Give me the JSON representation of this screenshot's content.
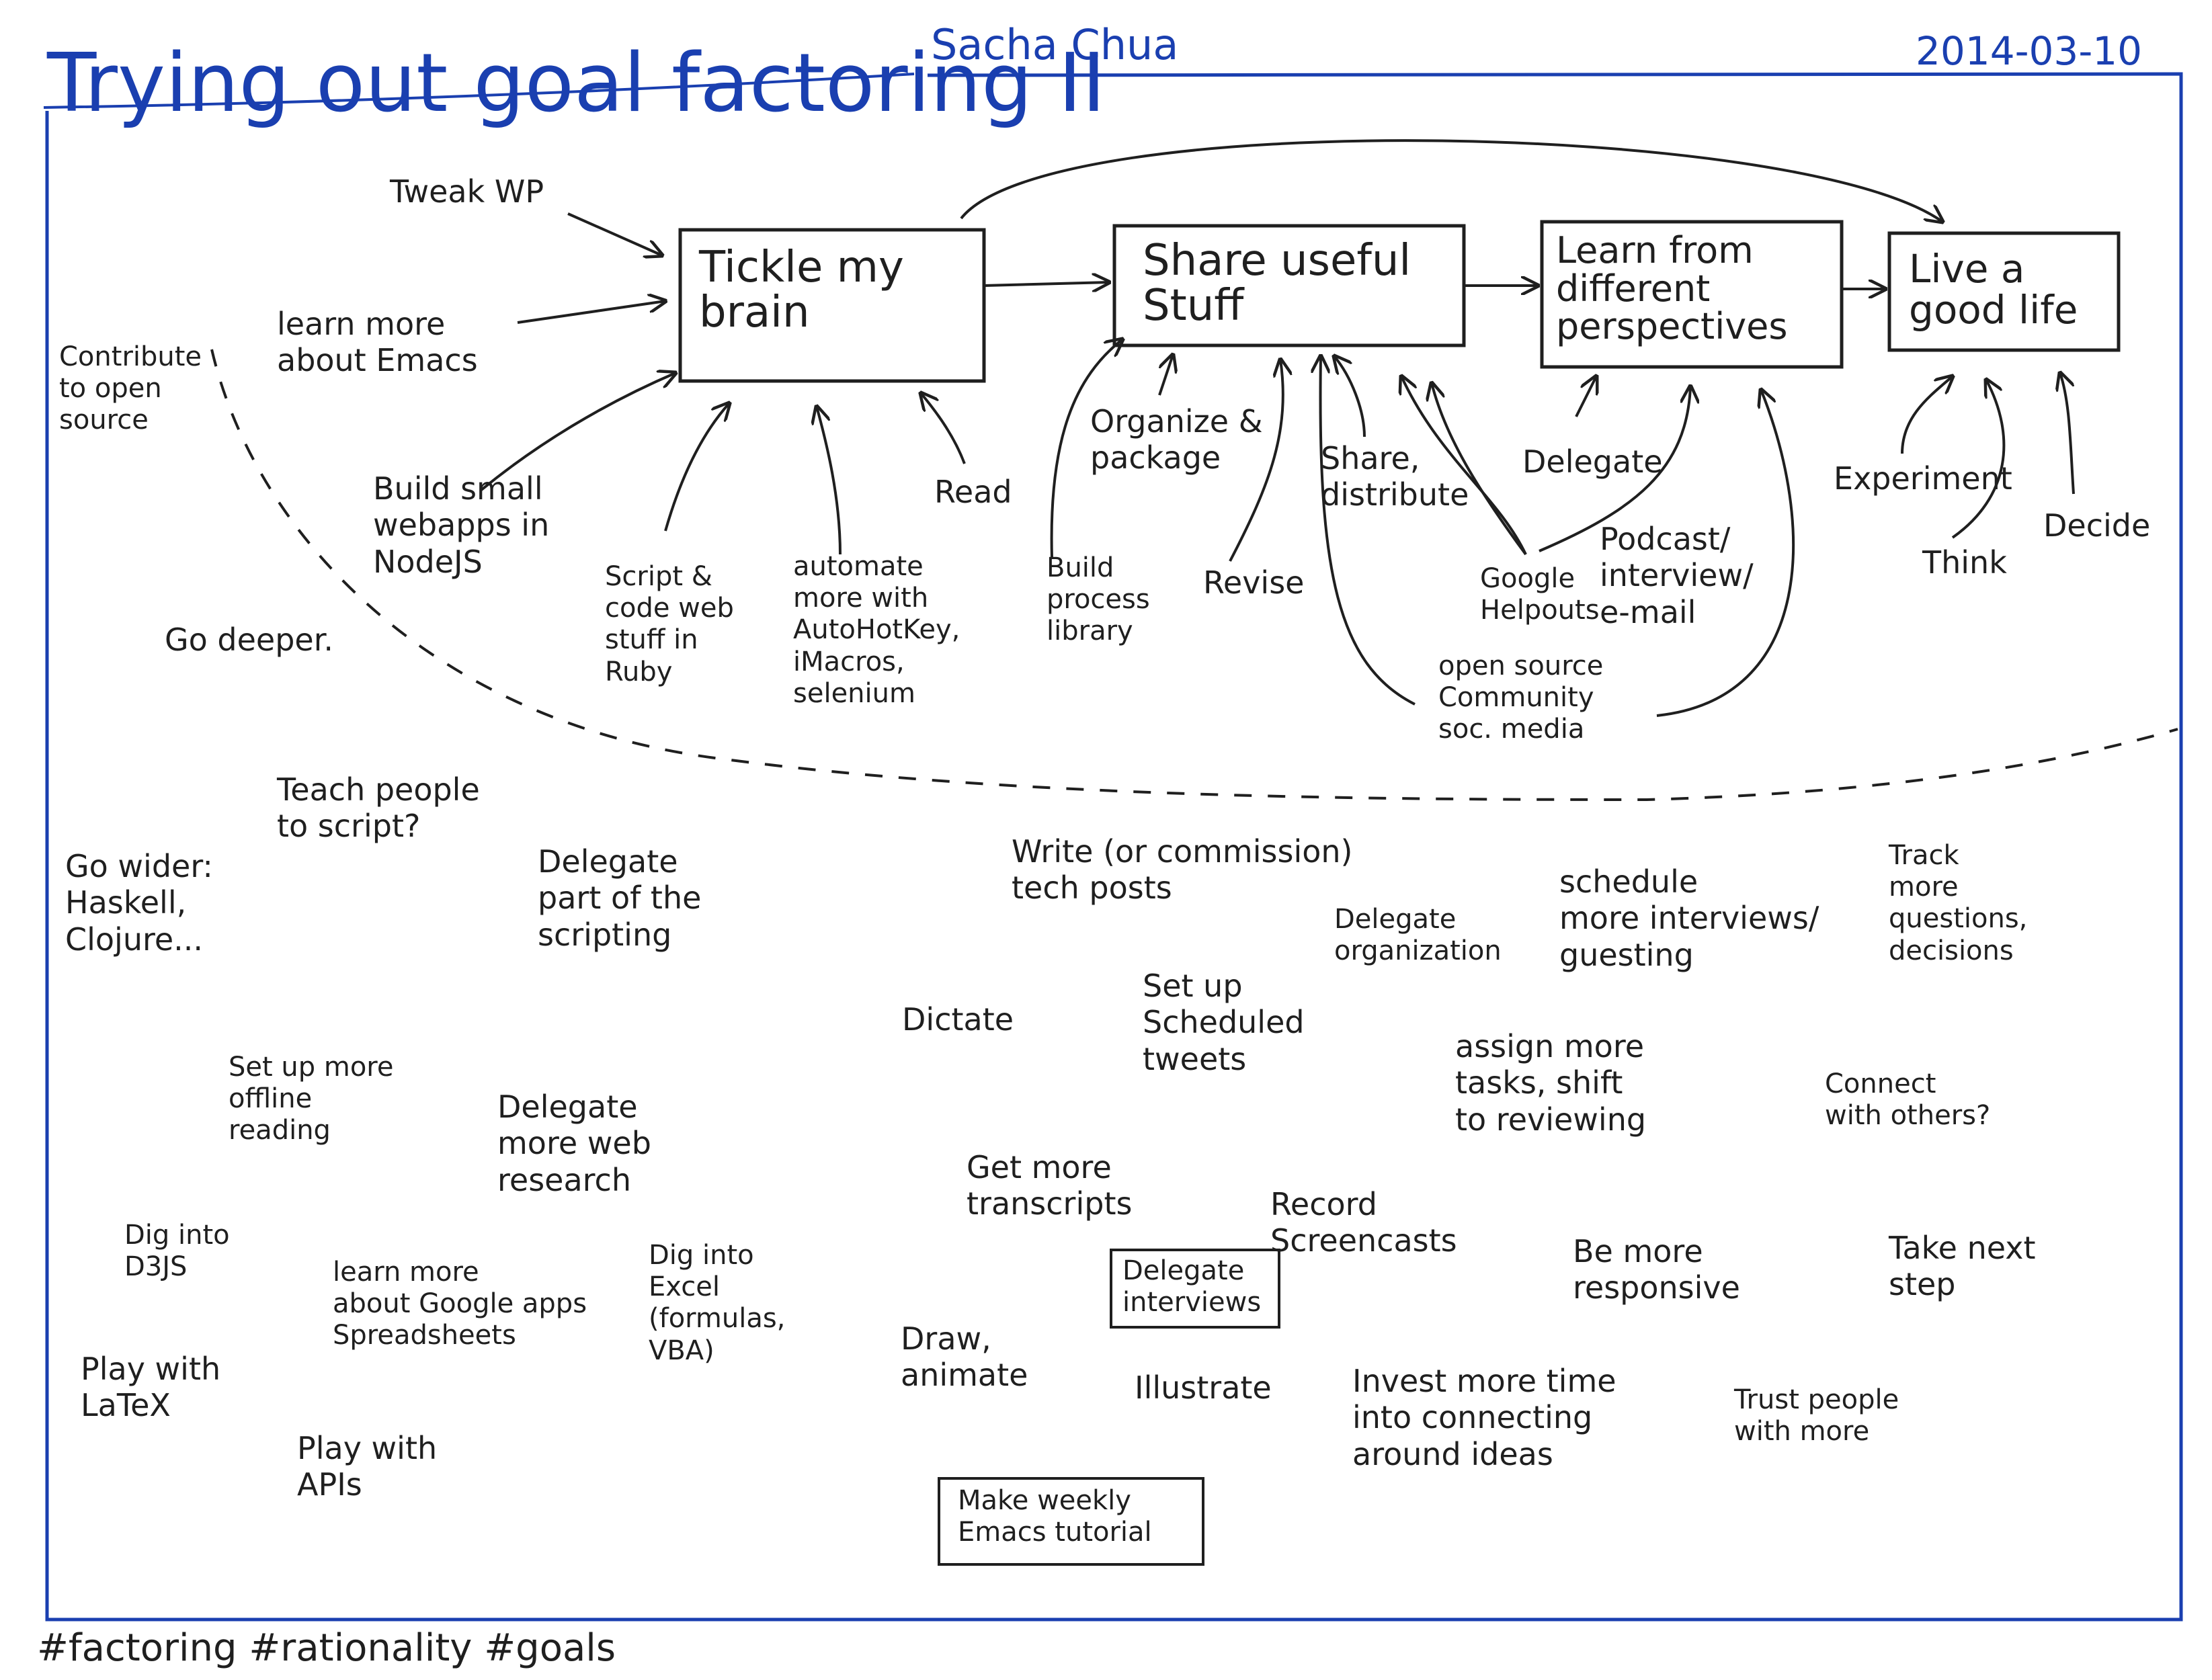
{
  "header": {
    "title": "Trying out goal factoring II",
    "author": "Sacha Chua",
    "date": "2014-03-10"
  },
  "goals": {
    "tickle": "Tickle my\nbrain",
    "share": "Share useful\nStuff",
    "learn": "Learn from\ndifferent\nperspectives",
    "live": "Live a\ngood life"
  },
  "tickle_inputs": {
    "tweak_wp": "Tweak WP",
    "learn_emacs": "learn more\nabout Emacs",
    "contribute": "Contribute\nto open\nsource",
    "build_webapps": "Build small\nwebapps in\nNodeJS",
    "script_ruby": "Script &\ncode web\nstuff in\nRuby",
    "automate": "automate\nmore with\nAutoHotKey,\niMacros,\nselenium",
    "read": "Read",
    "go_deeper": "Go deeper."
  },
  "share_inputs": {
    "organize": "Organize &\npackage",
    "build_library": "Build\nprocess\nlibrary",
    "revise": "Revise",
    "distribute": "Share,\ndistribute"
  },
  "learn_inputs": {
    "delegate": "Delegate",
    "google_helpouts": "Google\nHelpouts",
    "podcast": "Podcast/\ninterview/\ne-mail",
    "community": "open source\nCommunity\nsoc. media"
  },
  "life_inputs": {
    "experiment": "Experiment",
    "think": "Think",
    "decide": "Decide"
  },
  "ideas": {
    "teach": "Teach people\nto script?",
    "go_wider": "Go wider:\nHaskell,\nClojure...",
    "delegate_scripting": "Delegate\npart of the\nscripting",
    "write_posts": "Write (or commission)\ntech posts",
    "delegate_org": "Delegate\norganization",
    "schedule_interviews": "schedule\nmore interviews/\nguesting",
    "track": "Track\nmore\nquestions,\ndecisions",
    "dictate": "Dictate",
    "scheduled_tweets": "Set up\nScheduled\ntweets",
    "offline_reading": "Set up more\noffline\nreading",
    "web_research": "Delegate\nmore web\nresearch",
    "assign_tasks": "assign more\ntasks, shift\nto reviewing",
    "connect": "Connect\nwith others?",
    "transcripts": "Get more\ntranscripts",
    "screencasts": "Record\nScreencasts",
    "d3js": "Dig into\nD3JS",
    "google_apps": "learn more\nabout Google apps\nSpreadsheets",
    "excel": "Dig into\nExcel\n(formulas,\nVBA)",
    "delegate_interviews": "Delegate\ninterviews",
    "responsive": "Be more\nresponsive",
    "next_step": "Take next\nstep",
    "latex": "Play with\nLaTeX",
    "draw": "Draw,\nanimate",
    "illustrate": "Illustrate",
    "invest_time": "Invest more time\ninto connecting\naround ideas",
    "trust": "Trust people\nwith more",
    "apis": "Play with\nAPIs",
    "emacs_tutorial": "Make weekly\nEmacs tutorial"
  },
  "footer": {
    "tags": "#factoring #rationality #goals"
  }
}
